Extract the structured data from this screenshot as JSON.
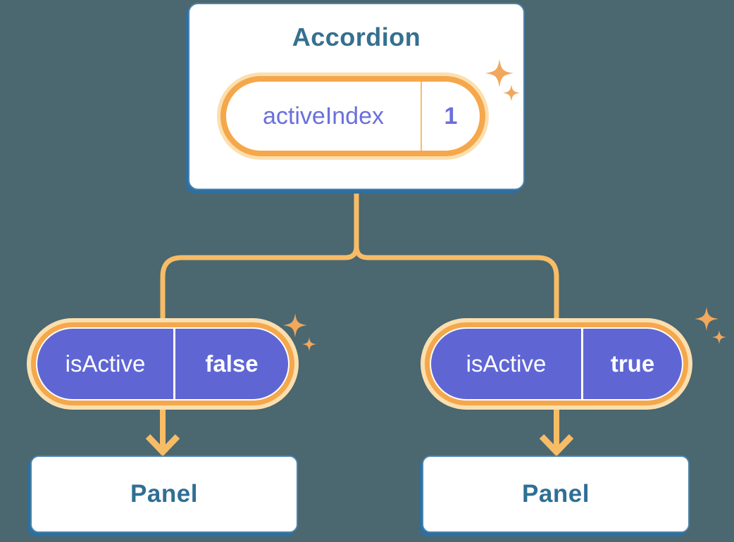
{
  "colors": {
    "background": "#4B6770",
    "card-border": "#4D83AC",
    "card-shadow": "#2D6F9F",
    "heading-text": "#35708F",
    "panel-text": "#306F94",
    "line-orange": "#F7BC66",
    "ring-orange": "#F5A74B",
    "glow-orange": "#FBDFAE",
    "sparkle-orange": "#F1A75C",
    "pill-purple": "#5F66D4",
    "purple-text": "#6B70DB",
    "value-divider-orange": "#F6BA6E"
  },
  "accordion": {
    "title": "Accordion",
    "state_pill": {
      "label": "activeIndex",
      "value": "1"
    }
  },
  "children": [
    {
      "prop_pill": {
        "label": "isActive",
        "value": "false"
      },
      "panel_label": "Panel"
    },
    {
      "prop_pill": {
        "label": "isActive",
        "value": "true"
      },
      "panel_label": "Panel"
    }
  ]
}
